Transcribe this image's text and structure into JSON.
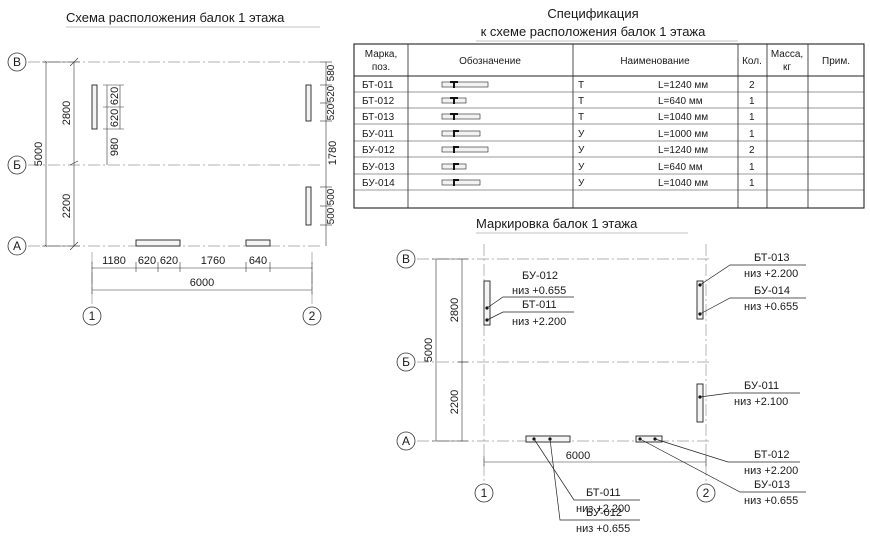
{
  "plan": {
    "title": "Схема расположения балок 1 этажа",
    "axes": {
      "v": [
        "1",
        "2"
      ],
      "h": [
        "В",
        "Б",
        "А"
      ]
    },
    "dims": {
      "total_h": "6000",
      "total_v": "5000",
      "v_segments": [
        "2800",
        "2200"
      ],
      "bottom": [
        "1180",
        "620",
        "620",
        "1760",
        "640"
      ],
      "left_beam": [
        "620",
        "620",
        "980"
      ],
      "right": [
        "580",
        "520",
        "520",
        "1780",
        "500",
        "500"
      ]
    }
  },
  "spec": {
    "title": [
      "Спецификация",
      "к схеме расположения балок  1 этажа"
    ],
    "headers": {
      "mark": [
        "Марка,",
        "поз."
      ],
      "designation": "Обозначение",
      "name": "Наименование",
      "qty": "Кол.",
      "mass": [
        "Масса,",
        "кг"
      ],
      "note": "Прим."
    },
    "rows": [
      {
        "mark": "БТ-011",
        "type": "Т",
        "length": "L=1240 мм",
        "qty": "2"
      },
      {
        "mark": "БТ-012",
        "type": "Т",
        "length": "L=640 мм",
        "qty": "1"
      },
      {
        "mark": "БТ-013",
        "type": "Т",
        "length": "L=1040 мм",
        "qty": "1"
      },
      {
        "mark": "БУ-011",
        "type": "У",
        "length": "L=1000 мм",
        "qty": "1"
      },
      {
        "mark": "БУ-012",
        "type": "У",
        "length": "L=1240 мм",
        "qty": "2"
      },
      {
        "mark": "БУ-013",
        "type": "У",
        "length": "L=640 мм",
        "qty": "1"
      },
      {
        "mark": "БУ-014",
        "type": "У",
        "length": "L=1040 мм",
        "qty": "1"
      }
    ]
  },
  "marking": {
    "title": "Маркировка балок 1 этажа",
    "axes": {
      "v": [
        "1",
        "2"
      ],
      "h": [
        "В",
        "Б",
        "А"
      ]
    },
    "dims": {
      "total_h": "6000",
      "total_v": "5000",
      "v_segments": [
        "2800",
        "2200"
      ]
    },
    "labels": [
      {
        "mark": "БУ-012",
        "level": "низ +0.655"
      },
      {
        "mark": "БТ-011",
        "level": "низ +2.200"
      },
      {
        "mark": "БТ-013",
        "level": "низ +2.200"
      },
      {
        "mark": "БУ-014",
        "level": "низ +0.655"
      },
      {
        "mark": "БУ-011",
        "level": "низ +2.100"
      },
      {
        "mark": "БТ-012",
        "level": "низ +2.200"
      },
      {
        "mark": "БУ-013",
        "level": "низ +0.655"
      },
      {
        "mark": "БТ-011",
        "level": "низ +2.200"
      },
      {
        "mark": "БУ-012",
        "level": "низ +0.655"
      }
    ]
  }
}
